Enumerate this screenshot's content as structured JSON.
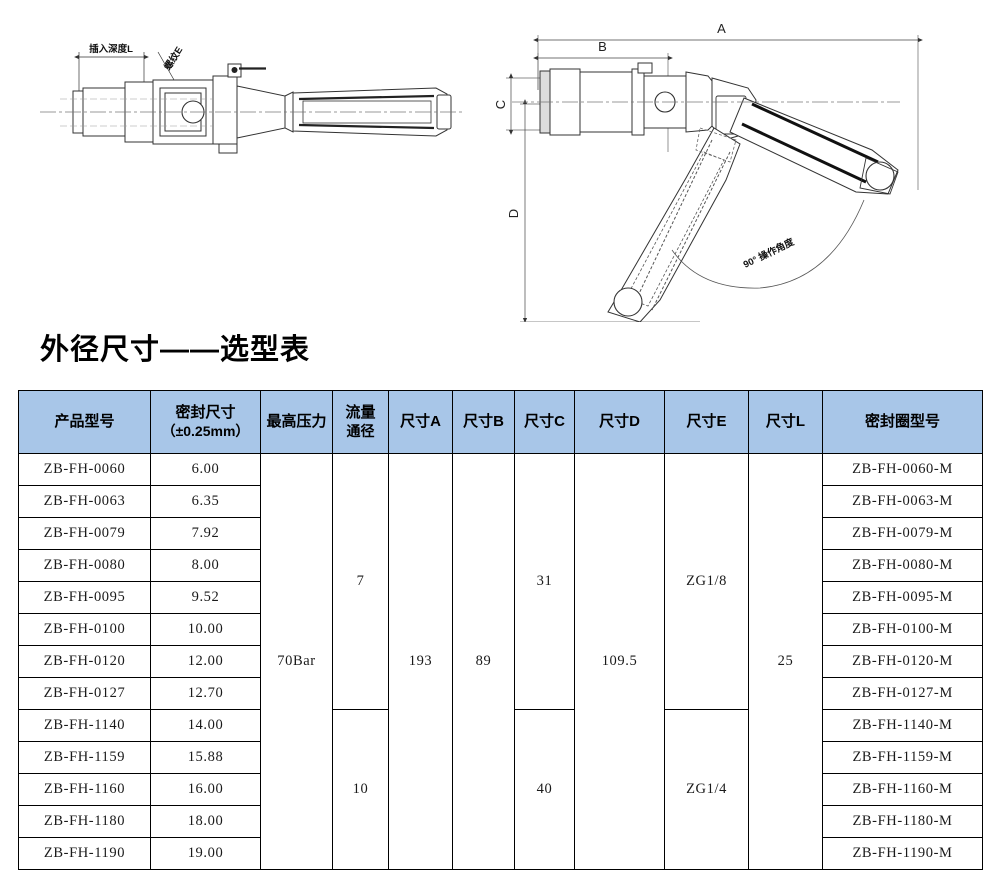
{
  "title": "外径尺寸——选型表",
  "drawing": {
    "left_view": {
      "insert_depth_label": "插入深度L",
      "thread_label": "螺纹E"
    },
    "right_view": {
      "dim_a": "A",
      "dim_b": "B",
      "dim_c": "C",
      "dim_d": "D",
      "angle_label": "90° 操作角度"
    }
  },
  "table": {
    "headers": [
      {
        "line1": "产品型号",
        "line2": ""
      },
      {
        "line1": "密封尺寸",
        "line2": "（±0.25mm）"
      },
      {
        "line1": "最高压力",
        "line2": ""
      },
      {
        "line1": "流量",
        "line2": "通径"
      },
      {
        "line1": "尺寸A",
        "line2": ""
      },
      {
        "line1": "尺寸B",
        "line2": ""
      },
      {
        "line1": "尺寸C",
        "line2": ""
      },
      {
        "line1": "尺寸D",
        "line2": ""
      },
      {
        "line1": "尺寸E",
        "line2": ""
      },
      {
        "line1": "尺寸L",
        "line2": ""
      },
      {
        "line1": "密封圈型号",
        "line2": ""
      }
    ],
    "rows": [
      {
        "model": "ZB-FH-0060",
        "seal": "6.00",
        "ring": "ZB-FH-0060-M"
      },
      {
        "model": "ZB-FH-0063",
        "seal": "6.35",
        "ring": "ZB-FH-0063-M"
      },
      {
        "model": "ZB-FH-0079",
        "seal": "7.92",
        "ring": "ZB-FH-0079-M"
      },
      {
        "model": "ZB-FH-0080",
        "seal": "8.00",
        "ring": "ZB-FH-0080-M"
      },
      {
        "model": "ZB-FH-0095",
        "seal": "9.52",
        "ring": "ZB-FH-0095-M"
      },
      {
        "model": "ZB-FH-0100",
        "seal": "10.00",
        "ring": "ZB-FH-0100-M"
      },
      {
        "model": "ZB-FH-0120",
        "seal": "12.00",
        "ring": "ZB-FH-0120-M"
      },
      {
        "model": "ZB-FH-0127",
        "seal": "12.70",
        "ring": "ZB-FH-0127-M"
      },
      {
        "model": "ZB-FH-1140",
        "seal": "14.00",
        "ring": "ZB-FH-1140-M"
      },
      {
        "model": "ZB-FH-1159",
        "seal": "15.88",
        "ring": "ZB-FH-1159-M"
      },
      {
        "model": "ZB-FH-1160",
        "seal": "16.00",
        "ring": "ZB-FH-1160-M"
      },
      {
        "model": "ZB-FH-1180",
        "seal": "18.00",
        "ring": "ZB-FH-1180-M"
      },
      {
        "model": "ZB-FH-1190",
        "seal": "19.00",
        "ring": "ZB-FH-1190-M"
      }
    ],
    "merged": {
      "pressure_all": "70Bar",
      "flow_top": "7",
      "flow_bottom": "10",
      "dim_a_all": "193",
      "dim_b_all": "89",
      "dim_c_top": "31",
      "dim_c_bottom": "40",
      "dim_d_all": "109.5",
      "dim_e_top": "ZG1/8",
      "dim_e_bottom": "ZG1/4",
      "dim_l_all": "25"
    }
  },
  "colors": {
    "header_blue": "#a8c6e8",
    "border": "#000000",
    "text": "#1a1a1a"
  }
}
